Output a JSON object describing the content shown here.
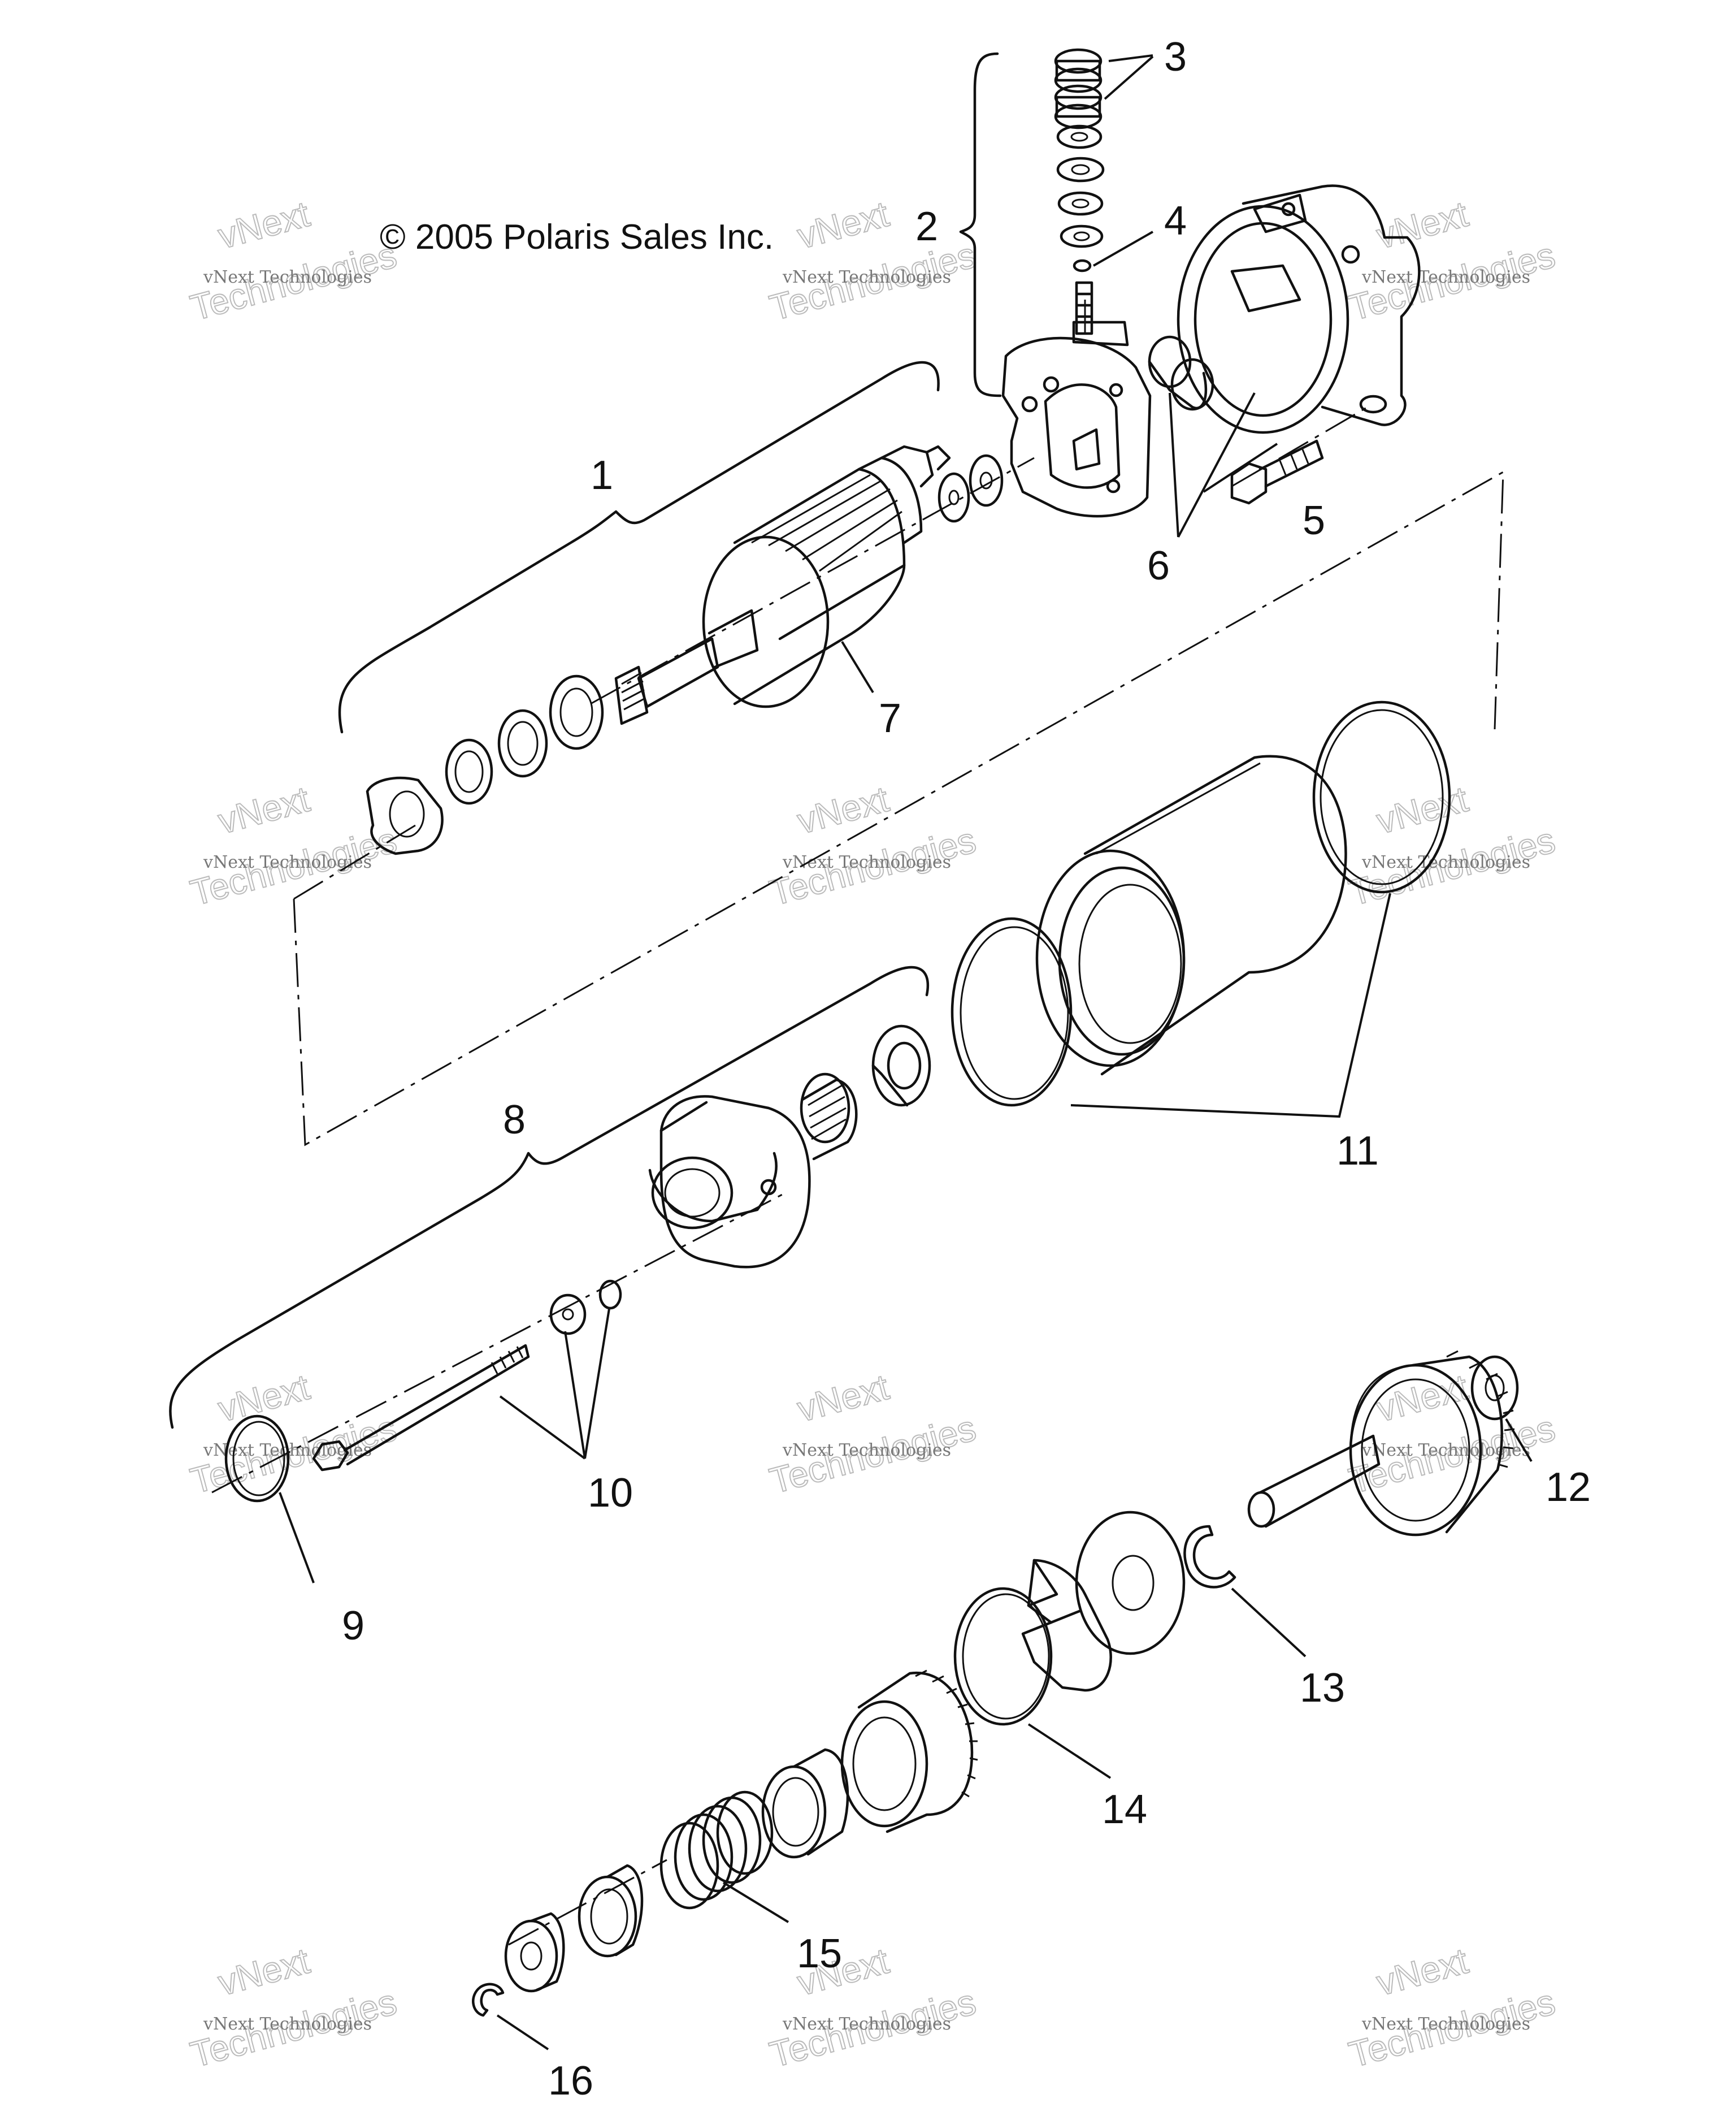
{
  "copyright": "© 2005 Polaris Sales Inc.",
  "watermark": {
    "line1": "vNext Technologies",
    "line2": "vNext",
    "line3": "Technologies"
  },
  "callouts": [
    "1",
    "2",
    "3",
    "4",
    "5",
    "6",
    "7",
    "8",
    "9",
    "10",
    "11",
    "12",
    "13",
    "14",
    "15",
    "16"
  ],
  "colors": {
    "ink": "#111111",
    "watermark": "#bbbbbb"
  }
}
